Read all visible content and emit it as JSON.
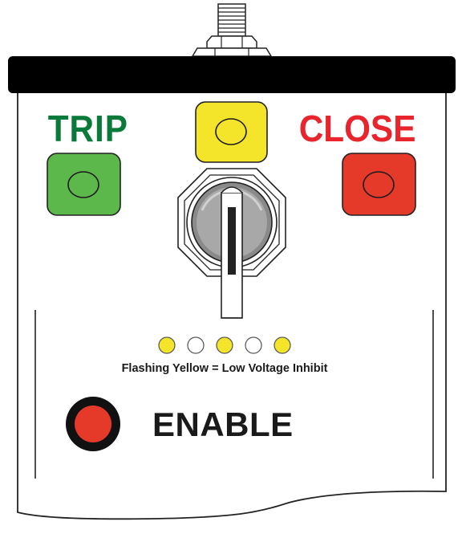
{
  "panel": {
    "trip_label": "TRIP",
    "close_label": "CLOSE",
    "enable_label": "ENABLE",
    "caption": "Flashing Yellow = Low Voltage Inhibit"
  },
  "indicator_leds": [
    "yellow",
    "white",
    "yellow",
    "white",
    "yellow"
  ],
  "colors": {
    "trip_green": "#0a7a3a",
    "trip_button": "#5cb84a",
    "close_red": "#e8242c",
    "close_button": "#e53a2a",
    "status_yellow": "#f5e52a",
    "enable_red": "#e53a2a",
    "top_cap": "#000000"
  }
}
